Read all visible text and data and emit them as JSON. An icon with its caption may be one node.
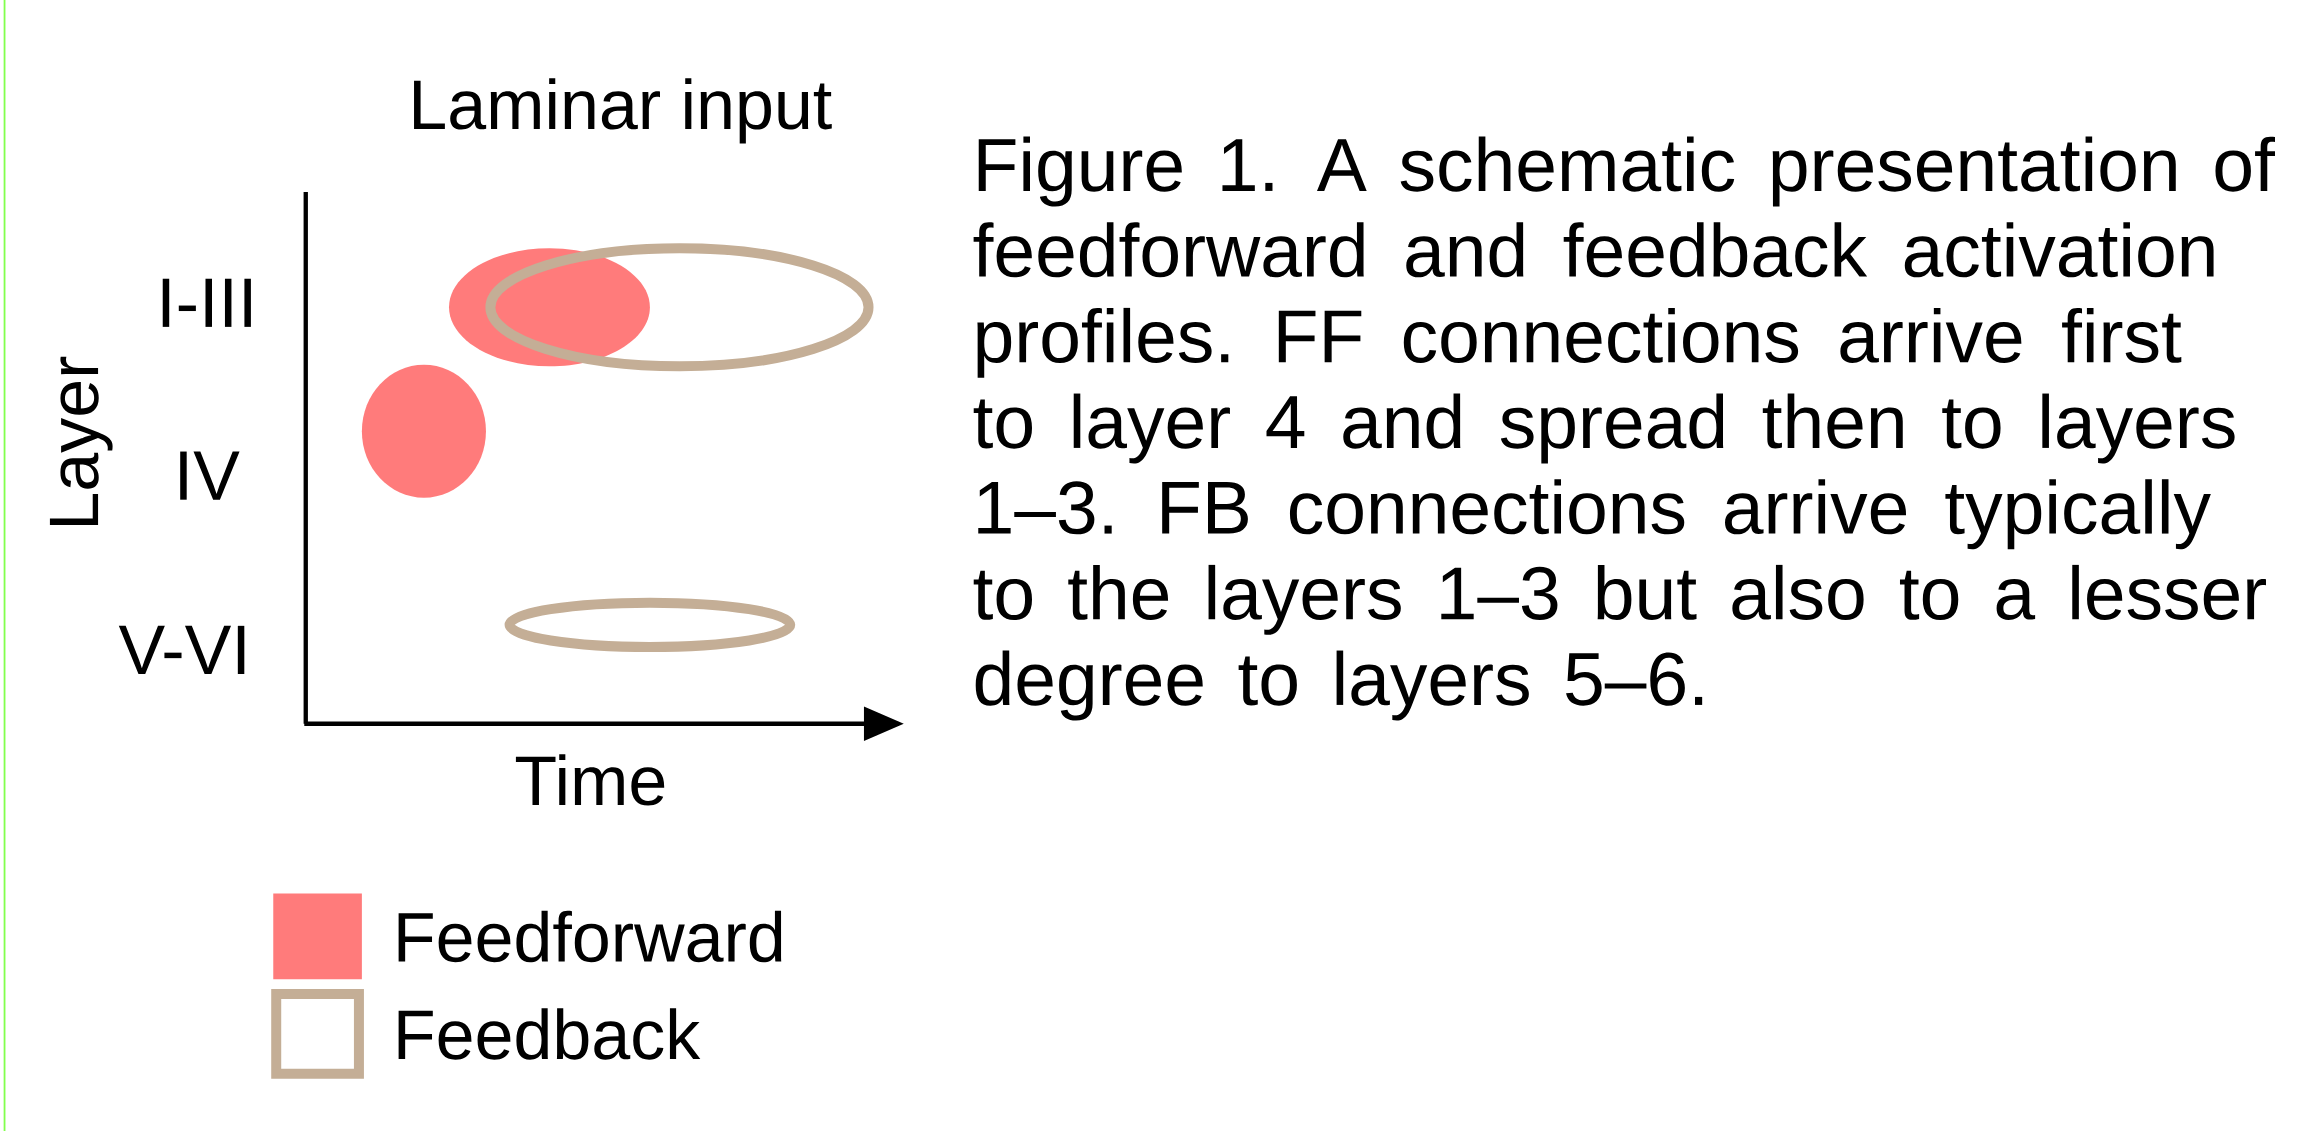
{
  "diagram": {
    "title": "Laminar input",
    "caption": "Figure 1. A schematic presentation of feedforward and feedback activation profiles. FF connections arrive first to layer 4 and spread then to layers 1–3. FB connections arrive typically to the layers 1–3 but also to a lesser degree to layers 5–6.",
    "labels": [
      "I-III",
      "Layer",
      "IV",
      "V-VI",
      "Time"
    ],
    "legend": [
      {
        "text": "Feedforward",
        "color": "#ff7b7b"
      },
      {
        "text": "Feedback"
      }
    ]
  }
}
